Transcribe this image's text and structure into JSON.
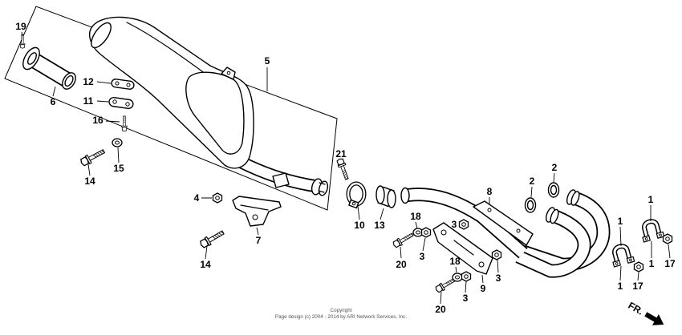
{
  "diagram": {
    "callouts": [
      "19",
      "5",
      "12",
      "11",
      "6",
      "16",
      "15",
      "14",
      "21",
      "4",
      "7",
      "14",
      "10",
      "13",
      "18",
      "3",
      "20",
      "3",
      "8",
      "2",
      "2",
      "18",
      "3",
      "20",
      "9",
      "3",
      "1",
      "1",
      "1",
      "17",
      "1",
      "17"
    ],
    "direction_label": "FR.",
    "copyright_heading": "Copyright",
    "copyright_notice": "Page design (c) 2004 - 2014 by ARI Network Services, Inc."
  },
  "colors": {
    "line": "#000000",
    "background": "#ffffff",
    "copyright_text": "#555555"
  }
}
